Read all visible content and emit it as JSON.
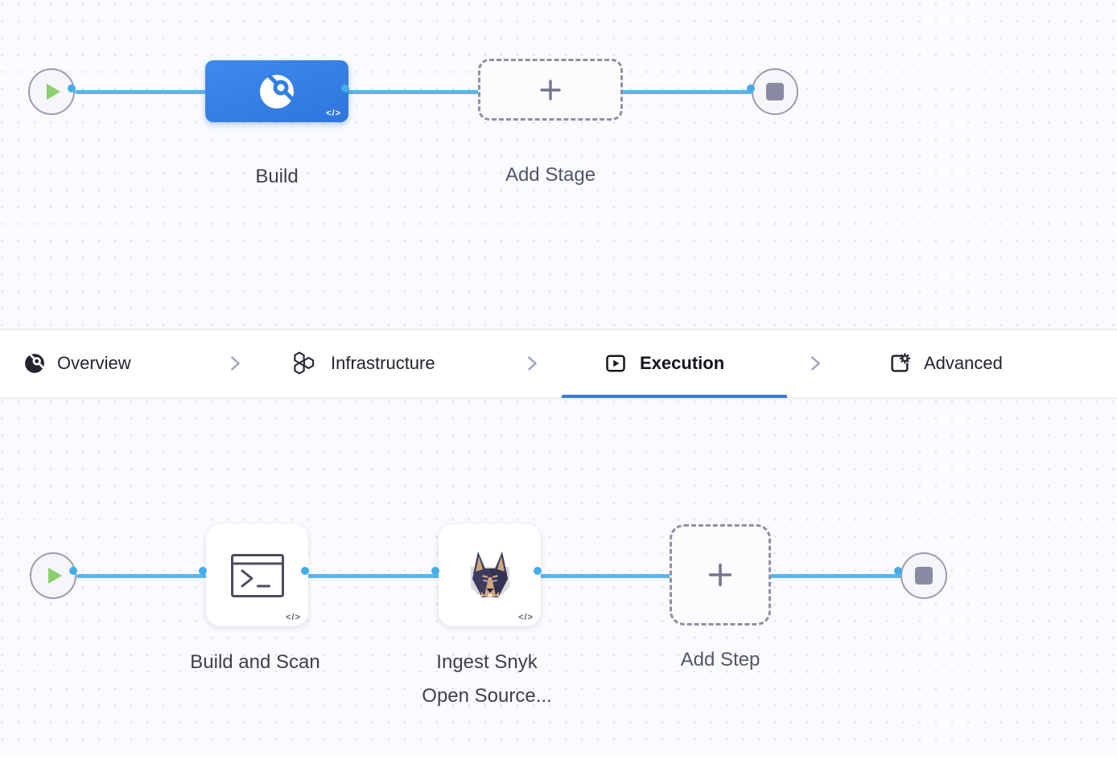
{
  "colors": {
    "canvas_bg": "#fafbfe",
    "dot_grid": "#d9dbe6",
    "connector_blue": "#5ab6ea",
    "stage_blue": "#2f7fe3",
    "active_tab_underline": "#3a79dd",
    "node_border": "#9b9cb1",
    "play_green": "#8bd06c",
    "stop_gray": "#8a8ba3",
    "dashed_border": "#8e8fa4"
  },
  "stage_pipeline": {
    "start_node_icon": "play-icon",
    "end_node_icon": "stop-icon",
    "stage": {
      "label": "Build",
      "icon": "ci-stage-icon",
      "code_badge": "</>"
    },
    "add_stage": {
      "label": "Add Stage",
      "icon": "plus-icon"
    }
  },
  "tab_bar": {
    "separator_icon": "chevron-right-icon",
    "tabs": [
      {
        "label": "Overview",
        "icon": "ci-overview-icon",
        "active": false
      },
      {
        "label": "Infrastructure",
        "icon": "hexagons-icon",
        "active": false
      },
      {
        "label": "Execution",
        "icon": "execution-play-icon",
        "active": true
      },
      {
        "label": "Advanced",
        "icon": "panel-gear-icon",
        "active": false
      }
    ]
  },
  "execution_pipeline": {
    "start_node_icon": "play-icon",
    "end_node_icon": "stop-icon",
    "steps": [
      {
        "label_lines": [
          "Build and Scan"
        ],
        "icon": "run-step-terminal-icon",
        "code_badge": "</>"
      },
      {
        "label_lines": [
          "Ingest Snyk",
          "Open Source..."
        ],
        "icon": "snyk-doberman-icon",
        "code_badge": "</>"
      }
    ],
    "add_step": {
      "label": "Add Step",
      "icon": "plus-icon"
    }
  }
}
